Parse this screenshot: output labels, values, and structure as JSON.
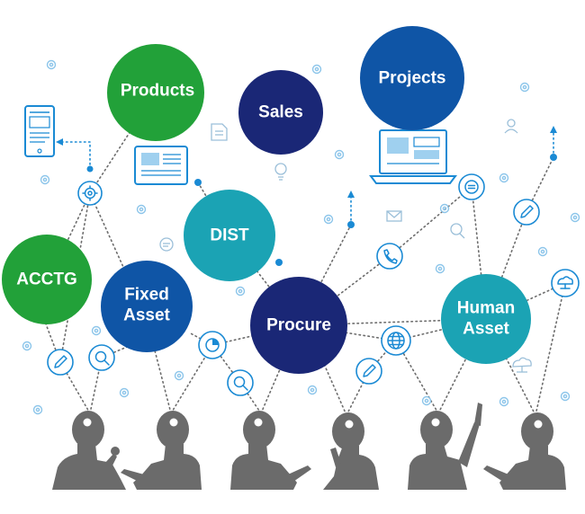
{
  "nodes": [
    {
      "id": "products",
      "label": "Products",
      "color": "#22a139"
    },
    {
      "id": "sales",
      "label": "Sales",
      "color": "#1a2776"
    },
    {
      "id": "projects",
      "label": "Projects",
      "color": "#0f55a6"
    },
    {
      "id": "dist",
      "label": "DIST",
      "color": "#1ba3b4"
    },
    {
      "id": "acctg",
      "label": "ACCTG",
      "color": "#22a139"
    },
    {
      "id": "fixed_asset",
      "label_line1": "Fixed",
      "label_line2": "Asset",
      "color": "#0f55a6"
    },
    {
      "id": "procure",
      "label": "Procure",
      "color": "#1a2776"
    },
    {
      "id": "human_asset",
      "label_line1": "Human",
      "label_line2": "Asset",
      "color": "#1ba3b4"
    }
  ],
  "icons": [
    "gear-icon",
    "pencil-icon",
    "magnifier-icon",
    "pie-chart-icon",
    "phone-icon",
    "globe-icon",
    "chat-icon",
    "cloud-network-icon"
  ],
  "people_count": 6,
  "colors": {
    "link": "#6d6d6d",
    "accent": "#1a8ad4",
    "person": "#6b6b6b"
  }
}
